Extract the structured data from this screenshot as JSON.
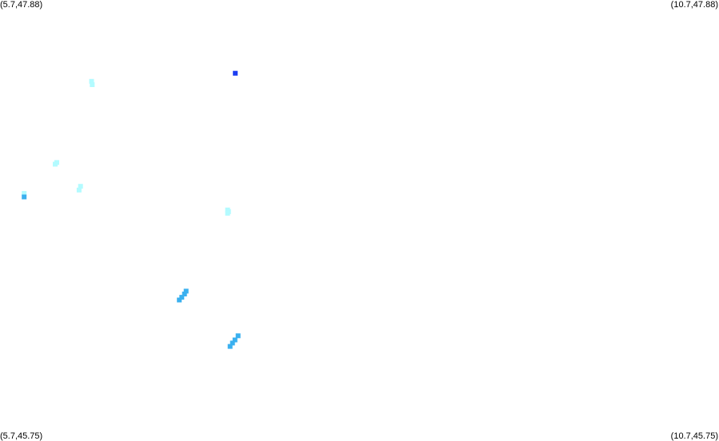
{
  "corners": {
    "top_left": "(5.7,47.88)",
    "top_right": "(10.7,47.88)",
    "bottom_left": "(5.7,45.75)",
    "bottom_right": "(10.7,45.75)"
  },
  "bounds": {
    "lon_min": 5.7,
    "lon_max": 10.7,
    "lat_min": 45.75,
    "lat_max": 47.88
  },
  "colors": {
    "background": "#ffffff",
    "light_cyan": "#b3fbff",
    "sky_blue": "#3ab0ef",
    "dark_blue": "#1c3ef2"
  },
  "points": [
    {
      "lon": 6.337,
      "lat": 47.487,
      "color": "light_cyan"
    },
    {
      "lon": 6.341,
      "lat": 47.471,
      "color": "light_cyan"
    },
    {
      "lon": 7.336,
      "lat": 47.526,
      "color": "dark_blue"
    },
    {
      "lon": 6.095,
      "lat": 47.095,
      "color": "light_cyan"
    },
    {
      "lon": 6.084,
      "lat": 47.087,
      "color": "light_cyan"
    },
    {
      "lon": 6.26,
      "lat": 46.98,
      "color": "light_cyan"
    },
    {
      "lon": 6.25,
      "lat": 46.962,
      "color": "light_cyan"
    },
    {
      "lon": 5.868,
      "lat": 46.946,
      "color": "light_cyan"
    },
    {
      "lon": 5.868,
      "lat": 46.929,
      "color": "sky_blue"
    },
    {
      "lon": 7.283,
      "lat": 46.866,
      "color": "light_cyan"
    },
    {
      "lon": 7.289,
      "lat": 46.858,
      "color": "light_cyan"
    },
    {
      "lon": 7.283,
      "lat": 46.85,
      "color": "light_cyan"
    },
    {
      "lon": 6.994,
      "lat": 46.474,
      "color": "sky_blue"
    },
    {
      "lon": 6.983,
      "lat": 46.46,
      "color": "sky_blue"
    },
    {
      "lon": 6.964,
      "lat": 46.444,
      "color": "sky_blue"
    },
    {
      "lon": 6.947,
      "lat": 46.431,
      "color": "sky_blue"
    },
    {
      "lon": 7.356,
      "lat": 46.258,
      "color": "sky_blue"
    },
    {
      "lon": 7.334,
      "lat": 46.238,
      "color": "sky_blue"
    },
    {
      "lon": 7.317,
      "lat": 46.223,
      "color": "sky_blue"
    },
    {
      "lon": 7.3,
      "lat": 46.207,
      "color": "sky_blue"
    }
  ]
}
